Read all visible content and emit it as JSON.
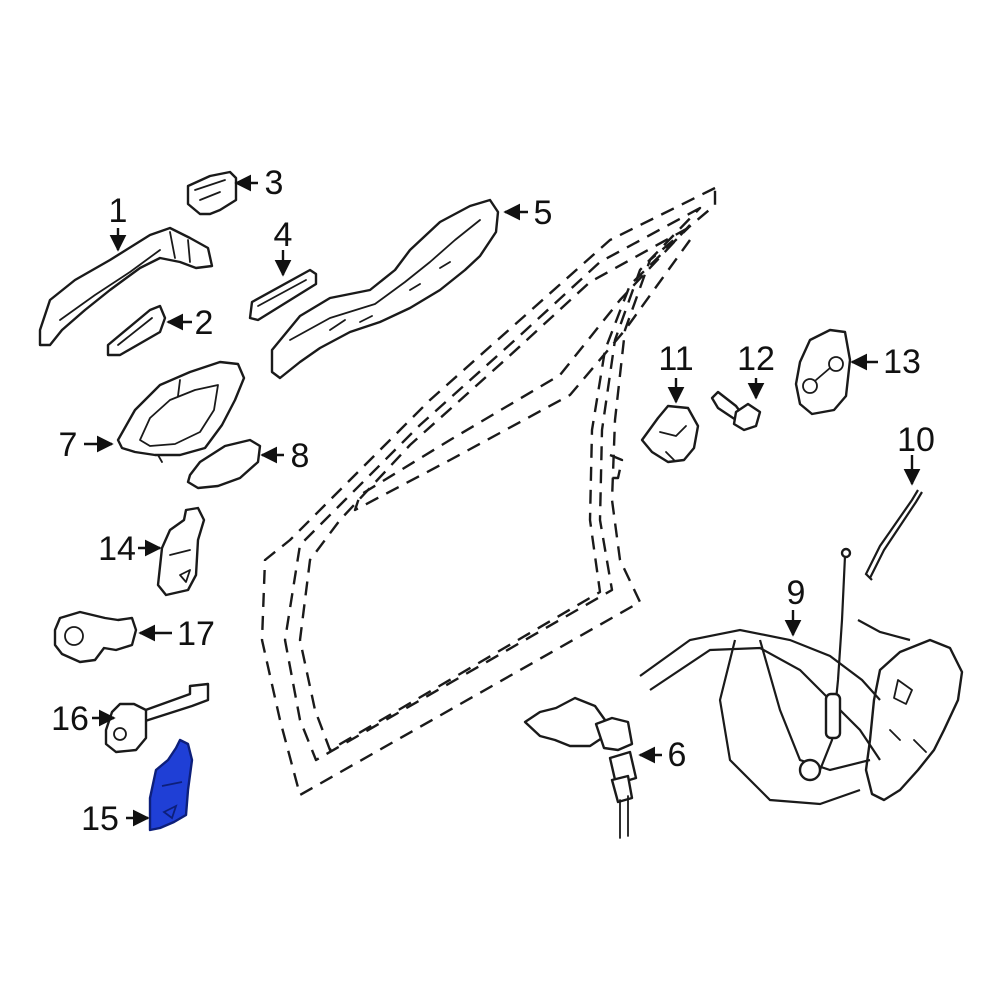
{
  "diagram": {
    "highlight_color": "#1f3fd6",
    "highlighted_part": "15",
    "callouts": [
      "1",
      "2",
      "3",
      "4",
      "5",
      "6",
      "7",
      "8",
      "9",
      "10",
      "11",
      "12",
      "13",
      "14",
      "15",
      "16",
      "17"
    ]
  }
}
